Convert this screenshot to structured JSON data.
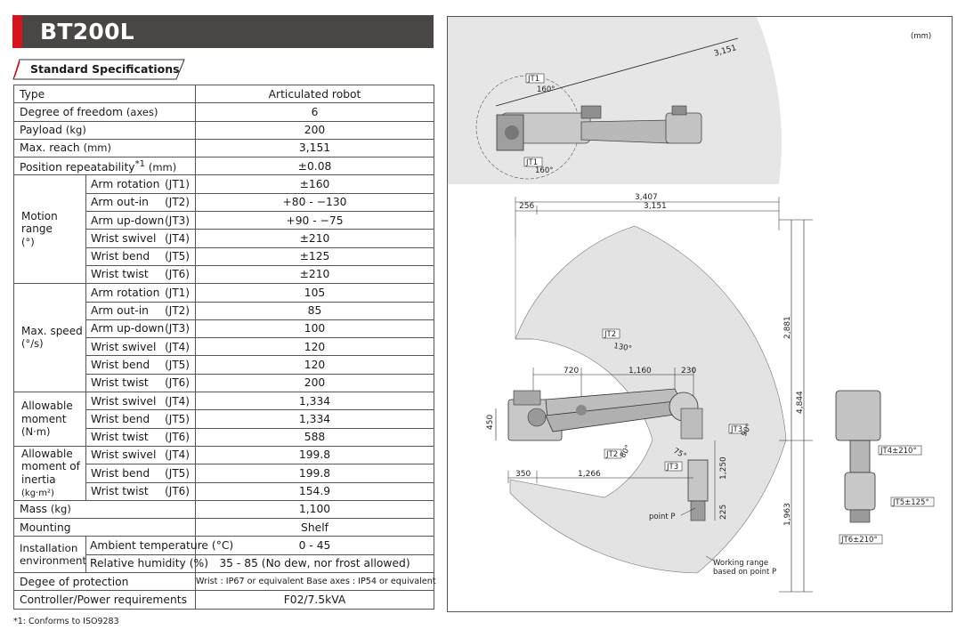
{
  "header": {
    "model": "BT200L"
  },
  "section": {
    "title": "Standard Specifications"
  },
  "specs": {
    "type_label": "Type",
    "type_value": "Articulated robot",
    "dof_label": "Degree of freedom",
    "dof_unit": "(axes)",
    "dof_value": "6",
    "payload_label": "Payload",
    "payload_unit": "(kg)",
    "payload_value": "200",
    "reach_label": "Max. reach",
    "reach_unit": "(mm)",
    "reach_value": "3,151",
    "repeat_label": "Position repeatability",
    "repeat_note": "*1",
    "repeat_unit": "(mm)",
    "repeat_value": "±0.08",
    "motion": {
      "group": "Motion range",
      "unit": "(°)",
      "rows": [
        {
          "name": "Arm rotation",
          "axis": "(JT1)",
          "value": "±160"
        },
        {
          "name": "Arm out-in",
          "axis": "(JT2)",
          "value": "+80 - −130"
        },
        {
          "name": "Arm up-down",
          "axis": "(JT3)",
          "value": "+90 - −75"
        },
        {
          "name": "Wrist swivel",
          "axis": "(JT4)",
          "value": "±210"
        },
        {
          "name": "Wrist bend",
          "axis": "(JT5)",
          "value": "±125"
        },
        {
          "name": "Wrist twist",
          "axis": "(JT6)",
          "value": "±210"
        }
      ]
    },
    "speed": {
      "group": "Max. speed",
      "unit": "(°/s)",
      "rows": [
        {
          "name": "Arm rotation",
          "axis": "(JT1)",
          "value": "105"
        },
        {
          "name": "Arm out-in",
          "axis": "(JT2)",
          "value": "85"
        },
        {
          "name": "Arm up-down",
          "axis": "(JT3)",
          "value": "100"
        },
        {
          "name": "Wrist swivel",
          "axis": "(JT4)",
          "value": "120"
        },
        {
          "name": "Wrist bend",
          "axis": "(JT5)",
          "value": "120"
        },
        {
          "name": "Wrist twist",
          "axis": "(JT6)",
          "value": "200"
        }
      ]
    },
    "moment": {
      "group": "Allowable moment",
      "unit": "(N·m)",
      "rows": [
        {
          "name": "Wrist swivel",
          "axis": "(JT4)",
          "value": "1,334"
        },
        {
          "name": "Wrist bend",
          "axis": "(JT5)",
          "value": "1,334"
        },
        {
          "name": "Wrist twist",
          "axis": "(JT6)",
          "value": "588"
        }
      ]
    },
    "inertia": {
      "group_line1": "Allowable",
      "group_line2": "moment of",
      "group_line3": "inertia",
      "unit": "(kg·m²)",
      "rows": [
        {
          "name": "Wrist swivel",
          "axis": "(JT4)",
          "value": "199.8"
        },
        {
          "name": "Wrist bend",
          "axis": "(JT5)",
          "value": "199.8"
        },
        {
          "name": "Wrist twist",
          "axis": "(JT6)",
          "value": "154.9"
        }
      ]
    },
    "mass_label": "Mass",
    "mass_unit": "(kg)",
    "mass_value": "1,100",
    "mounting_label": "Mounting",
    "mounting_value": "Shelf",
    "install_group": "Installation environment",
    "ambient_label": "Ambient temperature (°C)",
    "ambient_value": "0 - 45",
    "humidity_label": "Relative humidity (%)",
    "humidity_value": "35 - 85 (No dew, nor frost allowed)",
    "protection_label": "Degee of protection",
    "protection_value": "Wrist : IP67 or equivalent   Base axes : IP54 or equivalent",
    "controller_label": "Controller/Power requirements",
    "controller_value": "F02/7.5kVA"
  },
  "footnote": "*1: Conforms to ISO9283",
  "drawing": {
    "unit": "(mm)",
    "top_reach": "3,151",
    "jt1": "JT1",
    "jt1_angle": "160°",
    "dim_3407": "3,407",
    "dim_3151": "3,151",
    "dim_256": "256",
    "dim_720": "720",
    "dim_1160": "1,160",
    "dim_230": "230",
    "dim_450": "450",
    "dim_350": "350",
    "dim_1266": "1,266",
    "dim_1250": "1,250",
    "dim_225": "225",
    "dim_2881": "2,881",
    "dim_4844": "4,844",
    "dim_1963": "1,963",
    "jt2": "JT2",
    "jt2_angle_a": "130°",
    "jt2_angle_b": "80°",
    "jt3": "JT3",
    "jt3_angle_a": "90°",
    "jt3_angle_b": "75°",
    "point_p": "point P",
    "working_range_1": "Working range",
    "working_range_2": "based on point P",
    "jt4_label": "JT4±210°",
    "jt5_label": "JT5±125°",
    "jt6_label": "JT6±210°"
  }
}
